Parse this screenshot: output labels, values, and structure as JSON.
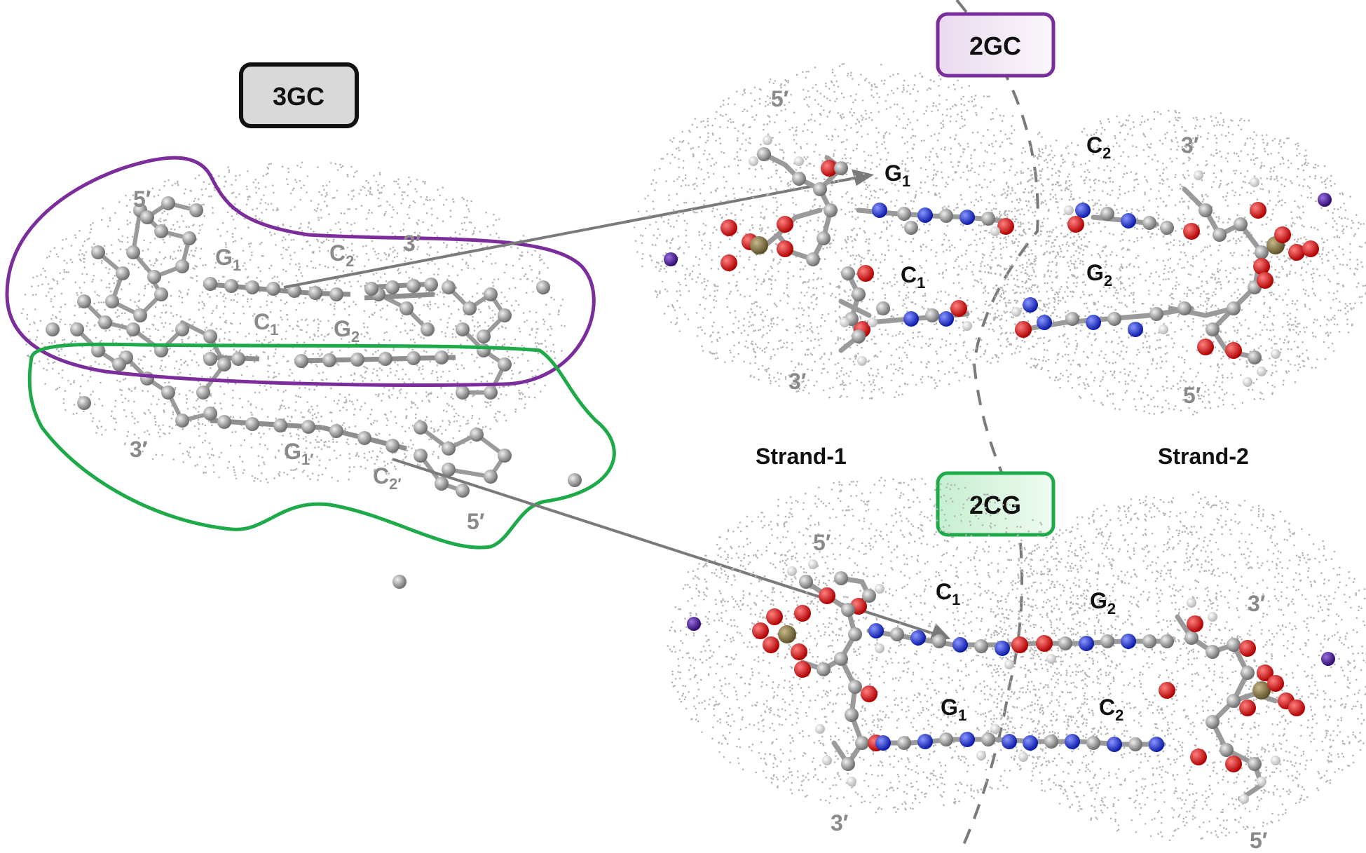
{
  "boxes": {
    "three_gc": "3GC",
    "two_gc": "2GC",
    "two_cg": "2CG"
  },
  "strands": {
    "strand1": "Strand-1",
    "strand2": "Strand-2"
  },
  "left_panel": {
    "end_5_top": "5′",
    "end_3_top": "3′",
    "end_3_bottom": "3′",
    "end_5_bottom": "5′",
    "g1": {
      "base": "G",
      "sub": "1"
    },
    "c2": {
      "base": "C",
      "sub": "2"
    },
    "c1": {
      "base": "C",
      "sub": "1"
    },
    "g2": {
      "base": "G",
      "sub": "2"
    },
    "g1p": {
      "base": "G",
      "sub": "1′"
    },
    "c2p": {
      "base": "C",
      "sub": "2′"
    }
  },
  "top_right": {
    "end_5_left": "5′",
    "end_3_right": "3′",
    "end_3_left": "3′",
    "end_5_right": "5′",
    "g1": {
      "base": "G",
      "sub": "1"
    },
    "c2": {
      "base": "C",
      "sub": "2"
    },
    "c1": {
      "base": "C",
      "sub": "1"
    },
    "g2": {
      "base": "G",
      "sub": "2"
    }
  },
  "bottom_right": {
    "end_5_left": "5′",
    "end_3_right": "3′",
    "end_3_left": "3′",
    "end_5_right": "5′",
    "c1": {
      "base": "C",
      "sub": "1"
    },
    "g2": {
      "base": "G",
      "sub": "2"
    },
    "g1": {
      "base": "G",
      "sub": "1"
    },
    "c2": {
      "base": "C",
      "sub": "2"
    }
  },
  "colors": {
    "purple": "#7b2d9c",
    "green": "#1faa4a",
    "carbon": "#8c8c8c",
    "oxygen": "#e01010",
    "nitrogen": "#1b2ee0",
    "hydrogen": "#e6e6e6",
    "phosphorus": "#7a6a3a",
    "ion": "#4a1c8c"
  }
}
